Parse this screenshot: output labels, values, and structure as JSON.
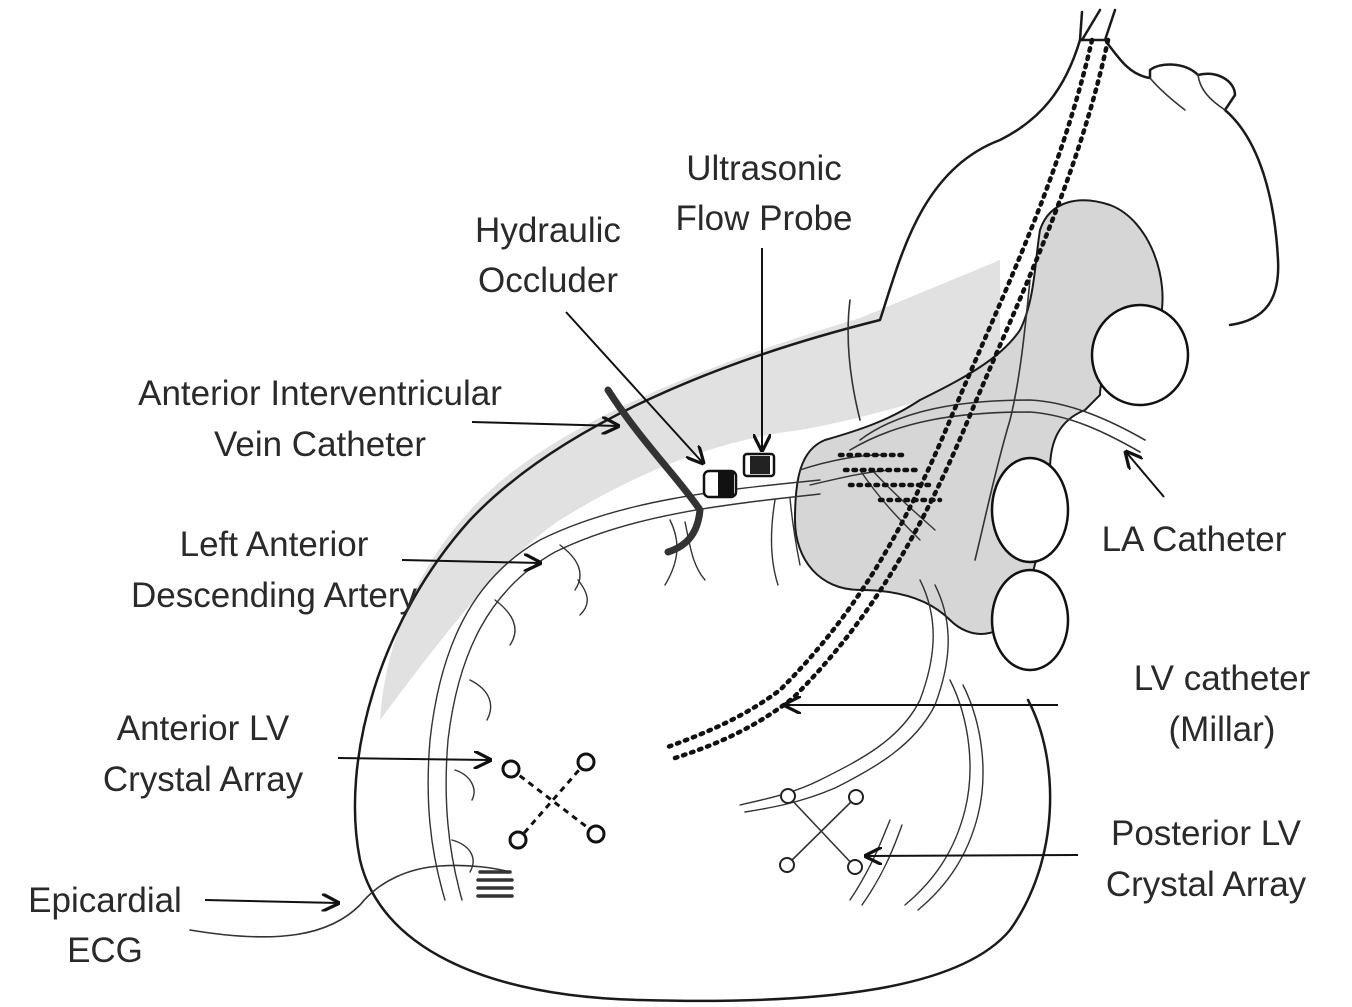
{
  "labels": {
    "ultrasonic_flow_probe": [
      "Ultrasonic",
      "Flow Probe"
    ],
    "hydraulic_occluder": [
      "Hydraulic",
      "Occluder"
    ],
    "aiv_catheter": [
      "Anterior Interventricular",
      "Vein Catheter"
    ],
    "lad_artery": [
      "Left Anterior",
      "Descending Artery"
    ],
    "la_catheter": [
      "LA Catheter"
    ],
    "lv_catheter": [
      "LV catheter",
      "(Millar)"
    ],
    "anterior_crystal_array": [
      "Anterior LV",
      "Crystal Array"
    ],
    "posterior_crystal_array": [
      "Posterior LV",
      "Crystal Array"
    ],
    "epicardial_ecg": [
      "Epicardial",
      "ECG"
    ]
  },
  "colors": {
    "ink": "#1a1a1a",
    "text": "#2a2a2a",
    "shading": "#d6d6d6"
  }
}
